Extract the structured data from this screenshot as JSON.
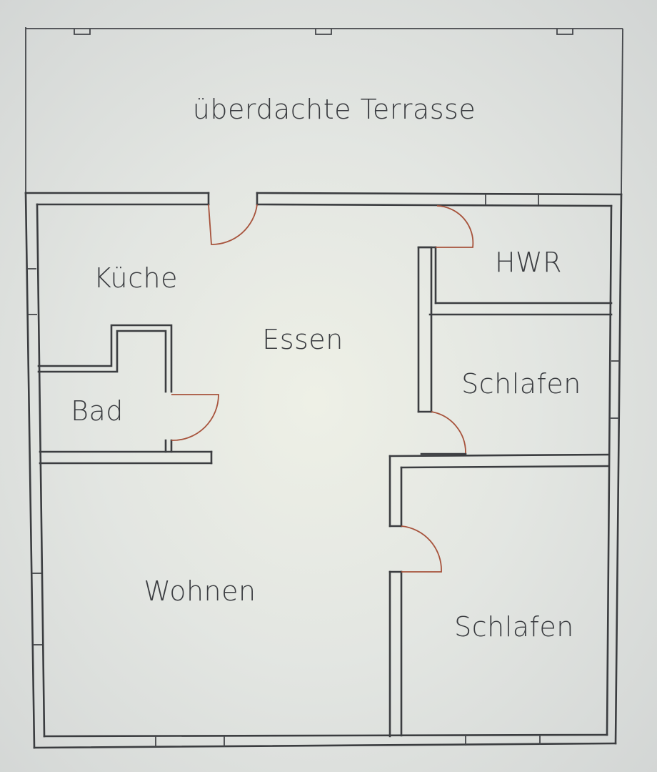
{
  "rooms": {
    "terrace": "überdachte Terrasse",
    "kitchen": "Küche",
    "dining": "Essen",
    "utility": "HWR",
    "bedroom_upper": "Schlafen",
    "bath": "Bad",
    "living": "Wohnen",
    "bedroom_lower": "Schlafen"
  },
  "colors": {
    "wall": "#3b3d40",
    "door_swing": "#a7533c",
    "label": "#3a3c40"
  }
}
